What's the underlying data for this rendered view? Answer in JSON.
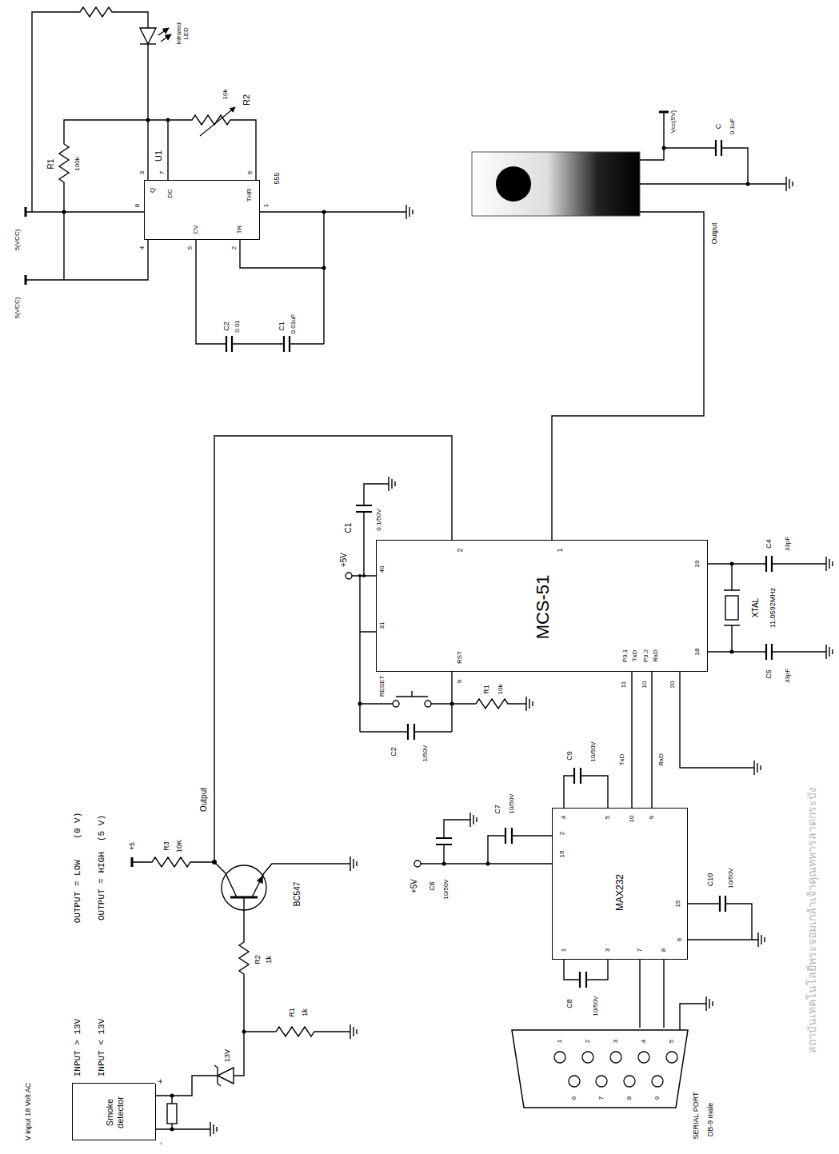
{
  "diagram": {
    "nodes": [
      {
        "text": [
          "Smoke detector"
        ]
      },
      {
        "text": [
          "555"
        ]
      },
      {
        "text": [
          "MCS-51"
        ]
      },
      {
        "text": [
          "MAX232"
        ]
      },
      {
        "text": [
          "SERIAL PORT",
          "DB-9 male"
        ]
      }
    ],
    "edges": [
      {
        "from": 2,
        "to": 3,
        "label": "TxD",
        "arrow": "none"
      },
      {
        "from": 2,
        "to": 3,
        "label": "RxD",
        "arrow": "none"
      },
      {
        "from": 3,
        "to": 4,
        "arrow": "none"
      },
      {
        "from": 3,
        "to": 4,
        "arrow": "none"
      }
    ],
    "labels": [
      "R1",
      "100k",
      "U1",
      "Infrared LED",
      "R2",
      "10k",
      "5(VCC)",
      "5(VCC)",
      "Q",
      "DC",
      "THR",
      "CV",
      "TR",
      "3",
      "7",
      "6",
      "8",
      "4",
      "5",
      "2",
      "1",
      "C2",
      "0.01",
      "C1",
      "0.01uF",
      "Vcc(5V)",
      "C",
      "0.1uF",
      "Output",
      "C1",
      "0.1/50V",
      "+5V",
      "40",
      "31",
      "2",
      "1",
      "RST",
      "9",
      "RESET",
      "C2",
      "1/50V",
      "R1",
      "10k",
      "P3.1",
      "TxD",
      "P3.2",
      "RxD",
      "11",
      "10",
      "20",
      "19",
      "18",
      "C4",
      "33pF",
      "XTAL",
      "11.0592MHz",
      "C5",
      "33pF",
      "C9",
      "10/50V",
      "C7",
      "10/50V",
      "+5V",
      "C6",
      "10/50V",
      "4",
      "5",
      "10",
      "9",
      "2",
      "16",
      "15",
      "6",
      "1",
      "3",
      "7",
      "8",
      "C10",
      "10/50V",
      "C8",
      "10/50V",
      "1",
      "2",
      "3",
      "4",
      "5",
      "6",
      "7",
      "8",
      "9",
      "+5",
      "R3",
      "10K",
      "Output",
      "BC547",
      "OUTPUT = LOW    (0 V)",
      "OUTPUT = HIGH  (5 V)",
      "R2",
      "1k",
      "13V",
      "R1",
      "1k",
      "INPUT > 13V",
      "INPUT < 13V",
      "V input 18 Volt AC",
      "+",
      "-",
      "สถาบันเทคโนโลยีพระจอมเกล้าเจ้าคุณทหารลาดกระบัง"
    ]
  }
}
